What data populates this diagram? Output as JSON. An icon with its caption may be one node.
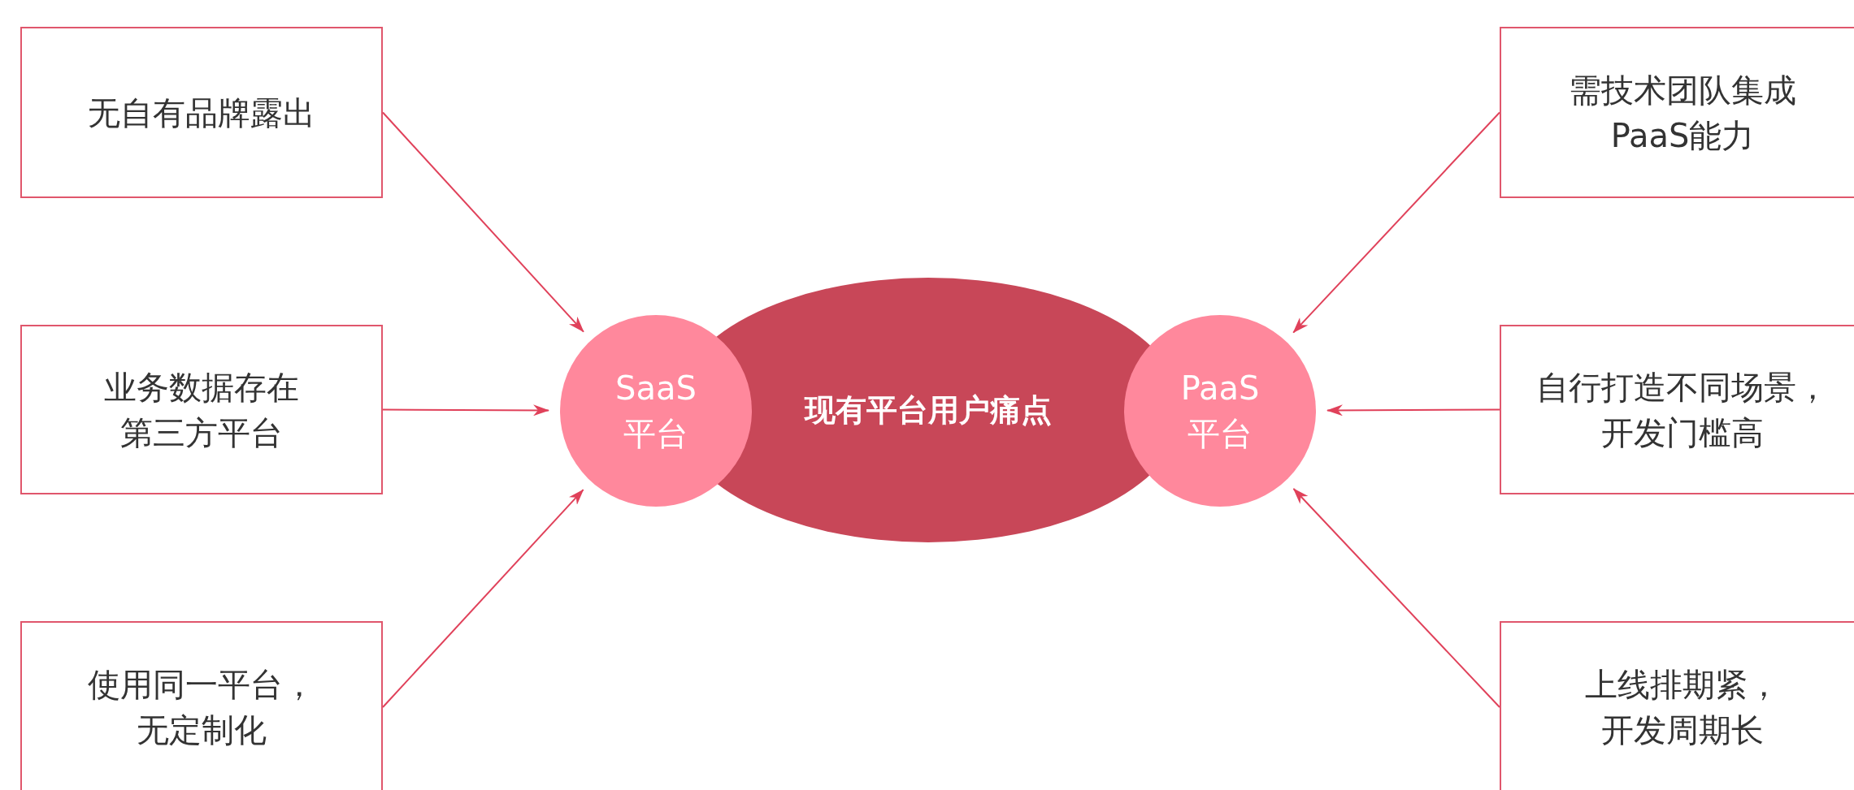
{
  "diagram": {
    "nodes": [
      {
        "text": [
          "现有平台用户痛点"
        ]
      },
      {
        "text": [
          "SaaS平台"
        ]
      },
      {
        "text": [
          "PaaS平台"
        ]
      },
      {
        "text": [
          "无自有品牌露出"
        ]
      },
      {
        "text": [
          "业务数据存在第三方平台"
        ]
      },
      {
        "text": [
          "使用同一平台，无定制化"
        ]
      },
      {
        "text": [
          "需技术团队集成PaaS能力"
        ]
      },
      {
        "text": [
          "自行打造不同场景，开发门槛高"
        ]
      },
      {
        "text": [
          "上线排期紧，开发周期长"
        ]
      }
    ],
    "edges": [
      {
        "from": 3,
        "to": 1,
        "arrow": "to"
      },
      {
        "from": 4,
        "to": 1,
        "arrow": "to"
      },
      {
        "from": 5,
        "to": 1,
        "arrow": "to"
      },
      {
        "from": 6,
        "to": 2,
        "arrow": "to"
      },
      {
        "from": 7,
        "to": 2,
        "arrow": "to"
      },
      {
        "from": 8,
        "to": 2,
        "arrow": "to"
      }
    ]
  }
}
